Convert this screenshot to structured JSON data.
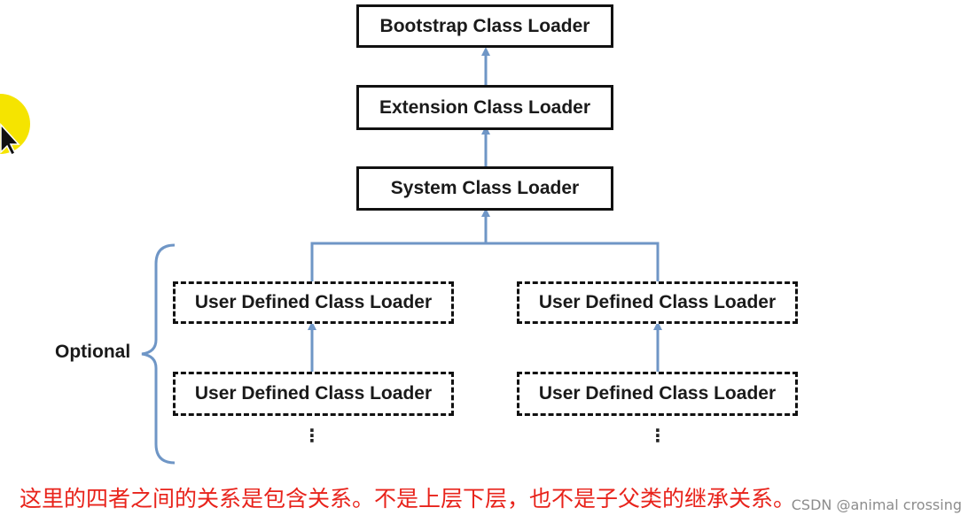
{
  "diagram": {
    "boxes": {
      "bootstrap": "Bootstrap Class Loader",
      "extension": "Extension Class Loader",
      "system": "System Class Loader",
      "user_left_top": "User Defined Class Loader",
      "user_right_top": "User Defined Class Loader",
      "user_left_bottom": "User Defined Class Loader",
      "user_right_bottom": "User Defined Class Loader"
    },
    "optional_label": "Optional",
    "continuation": "⋮",
    "colors": {
      "arrow": "#6f96c6",
      "box_border": "#111111",
      "caption": "#e8231b",
      "cursor_highlight": "#f5e400"
    }
  },
  "caption": "这里的四者之间的关系是包含关系。不是上层下层，也不是子父类的继承关系。",
  "watermark": "CSDN @animal crossing"
}
